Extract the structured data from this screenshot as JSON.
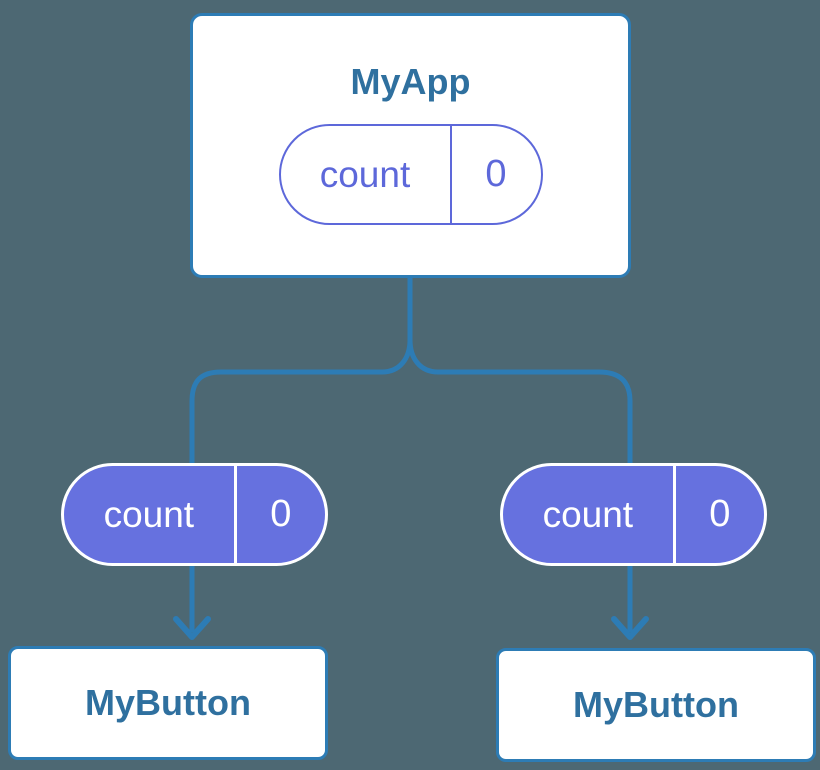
{
  "colors": {
    "background": "#4d6873",
    "connector_blue": "#2d7cb5",
    "node_border_blue": "#2d7cb5",
    "node_bg": "#ffffff",
    "heading_text_blue": "#2f709f",
    "pill_outline_purple": "#5d68da",
    "pill_purple": "#6671df",
    "pill_text_on_fill": "#ffffff"
  },
  "tree": {
    "root": {
      "title": "MyApp",
      "state_name": "count",
      "state_value": "0"
    },
    "children": [
      {
        "title": "MyButton",
        "state_name": "count",
        "state_value": "0"
      },
      {
        "title": "MyButton",
        "state_name": "count",
        "state_value": "0"
      }
    ]
  }
}
